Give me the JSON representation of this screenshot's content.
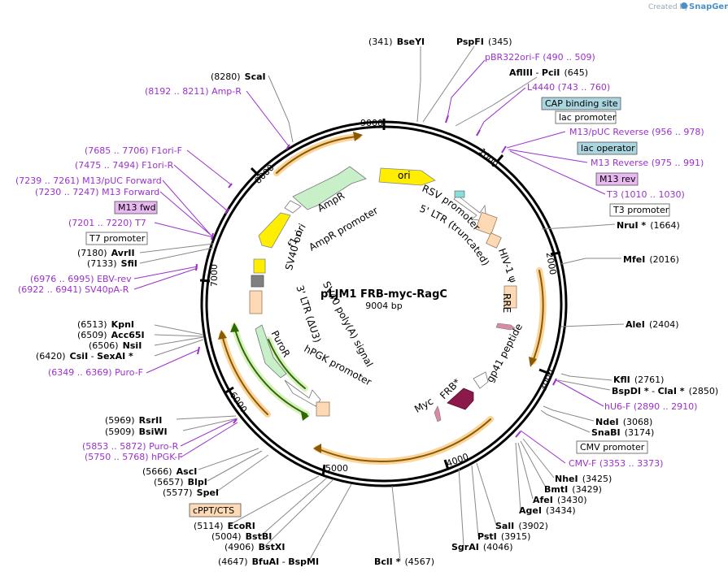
{
  "credit": {
    "created_by": "Created by",
    "brand": "SnapGene"
  },
  "map": {
    "title": "pLJM1 FRB-myc-RagC",
    "length": "9004 bp",
    "ticks": [
      "1000",
      "2000",
      "3000",
      "4000",
      "5000",
      "6000",
      "7000",
      "8000",
      "9000"
    ]
  },
  "enzymes": [
    {
      "pos": "(341)",
      "name": "BseYI",
      "extra": "",
      "star": false
    },
    {
      "pos": "(345)",
      "name": "PspFI",
      "extra": "",
      "star": false
    },
    {
      "pos": "(645)",
      "name": "AflIII",
      "extra": "PciI",
      "star": false
    },
    {
      "pos": "(1664)",
      "name": "NruI",
      "extra": "",
      "star": true
    },
    {
      "pos": "(2016)",
      "name": "MfeI",
      "extra": "",
      "star": false
    },
    {
      "pos": "(2404)",
      "name": "AleI",
      "extra": "",
      "star": false
    },
    {
      "pos": "(2761)",
      "name": "KflI",
      "extra": "",
      "star": false
    },
    {
      "pos": "(2850)",
      "name": "BspDI",
      "extra": "ClaI",
      "star": true
    },
    {
      "pos": "(3068)",
      "name": "NdeI",
      "extra": "",
      "star": false
    },
    {
      "pos": "(3174)",
      "name": "SnaBI",
      "extra": "",
      "star": false
    },
    {
      "pos": "(3425)",
      "name": "NheI",
      "extra": "",
      "star": false
    },
    {
      "pos": "(3429)",
      "name": "BmtI",
      "extra": "",
      "star": false
    },
    {
      "pos": "(3430)",
      "name": "AfeI",
      "extra": "",
      "star": false
    },
    {
      "pos": "(3434)",
      "name": "AgeI",
      "extra": "",
      "star": false
    },
    {
      "pos": "(3902)",
      "name": "SalI",
      "extra": "",
      "star": false
    },
    {
      "pos": "(3915)",
      "name": "PstI",
      "extra": "",
      "star": false
    },
    {
      "pos": "(4046)",
      "name": "SgrAI",
      "extra": "",
      "star": false
    },
    {
      "pos": "(4567)",
      "name": "BclI",
      "extra": "",
      "star": true
    },
    {
      "pos": "(4647)",
      "name": "BfuAI",
      "extra": "BspMI",
      "star": false
    },
    {
      "pos": "(4906)",
      "name": "BstXI",
      "extra": "",
      "star": false
    },
    {
      "pos": "(5004)",
      "name": "BstBI",
      "extra": "",
      "star": false
    },
    {
      "pos": "(5114)",
      "name": "EcoRI",
      "extra": "",
      "star": false
    },
    {
      "pos": "(5577)",
      "name": "SpeI",
      "extra": "",
      "star": false
    },
    {
      "pos": "(5657)",
      "name": "BlpI",
      "extra": "",
      "star": false
    },
    {
      "pos": "(5666)",
      "name": "AscI",
      "extra": "",
      "star": false
    },
    {
      "pos": "(5909)",
      "name": "BsiWI",
      "extra": "",
      "star": false
    },
    {
      "pos": "(5969)",
      "name": "RsrII",
      "extra": "",
      "star": false
    },
    {
      "pos": "(6420)",
      "name": "CsiI",
      "extra": "SexAI",
      "star": true
    },
    {
      "pos": "(6506)",
      "name": "NsiI",
      "extra": "",
      "star": false
    },
    {
      "pos": "(6509)",
      "name": "Acc65I",
      "extra": "",
      "star": false
    },
    {
      "pos": "(6513)",
      "name": "KpnI",
      "extra": "",
      "star": false
    },
    {
      "pos": "(7133)",
      "name": "SfiI",
      "extra": "",
      "star": false
    },
    {
      "pos": "(7180)",
      "name": "AvrII",
      "extra": "",
      "star": false
    },
    {
      "pos": "(8280)",
      "name": "ScaI",
      "extra": "",
      "star": false
    }
  ],
  "primers": [
    {
      "name": "pBR322ori-F",
      "range": "(490 .. 509)"
    },
    {
      "name": "L4440",
      "range": "(743 .. 760)"
    },
    {
      "name": "M13/pUC Reverse",
      "range": "(956 .. 978)"
    },
    {
      "name": "M13 Reverse",
      "range": "(975 .. 991)"
    },
    {
      "name": "T3",
      "range": "(1010 .. 1030)"
    },
    {
      "name": "hU6-F",
      "range": "(2890 .. 2910)"
    },
    {
      "name": "CMV-F",
      "range": "(3353 .. 3373)"
    },
    {
      "name": "hPGK-F",
      "range": "(5750 .. 5768)"
    },
    {
      "name": "Puro-R",
      "range": "(5853 .. 5872)"
    },
    {
      "name": "Puro-F",
      "range": "(6349 .. 6369)"
    },
    {
      "name": "SV40pA-R",
      "range": "(6922 .. 6941)"
    },
    {
      "name": "EBV-rev",
      "range": "(6976 .. 6995)"
    },
    {
      "name": "T7",
      "range": "(7201 .. 7220)"
    },
    {
      "name": "M13 Forward",
      "range": "(7230 .. 7247)"
    },
    {
      "name": "M13/pUC Forward",
      "range": "(7239 .. 7261)"
    },
    {
      "name": "F1ori-R",
      "range": "(7475 .. 7494)"
    },
    {
      "name": "F1ori-F",
      "range": "(7685 .. 7706)"
    },
    {
      "name": "Amp-R",
      "range": "(8192 .. 8211)"
    }
  ],
  "boxed": {
    "cap_binding_site": "CAP binding site",
    "lac_promoter": "lac promoter",
    "lac_operator": "lac operator",
    "m13_rev": "M13 rev",
    "t3_promoter": "T3 promoter",
    "cmv_promoter": "CMV promoter",
    "cppt_cts": "cPPT/CTS",
    "t7_promoter": "T7 promoter",
    "m13_fwd": "M13 fwd"
  },
  "features": {
    "ori": "ori",
    "rsv_promoter": "RSV promoter",
    "five_ltr": "5' LTR (truncated)",
    "hiv_psi": "HIV-1 ψ",
    "rre": "RRE",
    "gp41": "gp41 peptide",
    "frb": "FRB*",
    "myc": "Myc",
    "hpgk": "hPGK promoter",
    "puror": "PuroR",
    "three_ltr": "3' LTR (ΔU3)",
    "sv40_polya": "SV40 poly(A) signal",
    "sv40_ori": "SV40 ori",
    "f1_ori": "f1 ori",
    "ampr": "AmpR",
    "ampr_promoter": "AmpR promoter"
  },
  "colors": {
    "primer": "#9b30d0",
    "ori": "#ffee00",
    "ampr": "#c8f0c8",
    "orf": "#f0a030",
    "frb": "#8b1a4a",
    "ltr": "#fdd9b5",
    "boxed_blue": "#a9d6df",
    "boxed_purple": "#e8b8f0",
    "boxed_orange": "#fdd9b5"
  }
}
